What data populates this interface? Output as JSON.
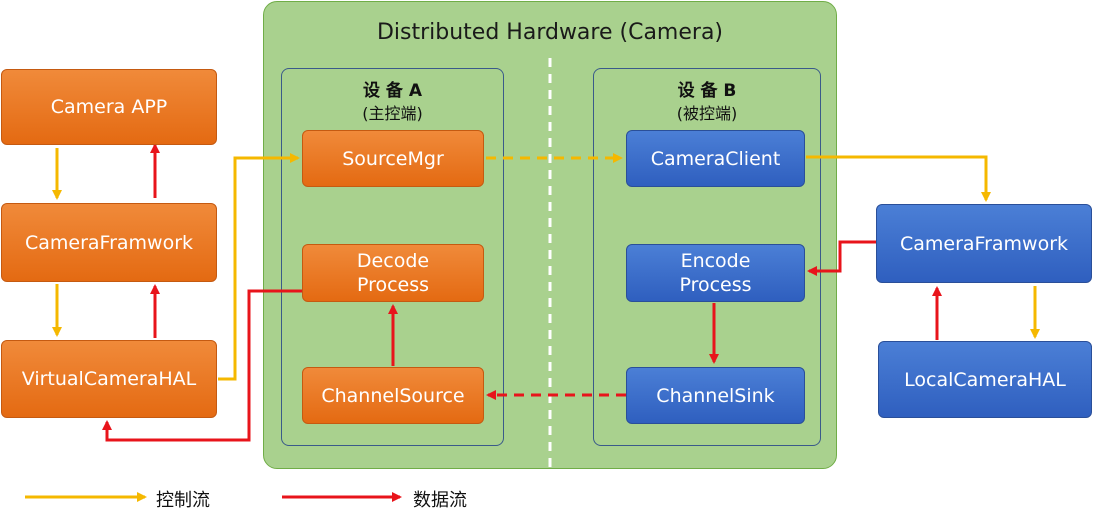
{
  "diagram": {
    "title": "Distributed Hardware (Camera)",
    "device_a": {
      "title": "设 备 A",
      "subtitle": "(主控端)"
    },
    "device_b": {
      "title": "设 备 B",
      "subtitle": "(被控端)"
    },
    "left_nodes": {
      "camera_app": "Camera APP",
      "camera_framework": "CameraFramwork",
      "virtual_camera_hal": "VirtualCameraHAL"
    },
    "a_nodes": {
      "source_mgr": "SourceMgr",
      "decode_line1": "Decode",
      "decode_line2": "Process",
      "channel_source": "ChannelSource"
    },
    "b_nodes": {
      "camera_client": "CameraClient",
      "encode_line1": "Encode",
      "encode_line2": "Process",
      "channel_sink": "ChannelSink"
    },
    "right_nodes": {
      "camera_framework": "CameraFramwork",
      "local_camera_hal": "LocalCameraHAL"
    },
    "legend": {
      "control_flow": "控制流",
      "data_flow": "数据流"
    },
    "colors": {
      "control": "#f5b800",
      "data": "#e8141b",
      "orange_node": "#e46a12",
      "blue_node": "#2f5fbf",
      "panel": "#a9d18e"
    }
  }
}
